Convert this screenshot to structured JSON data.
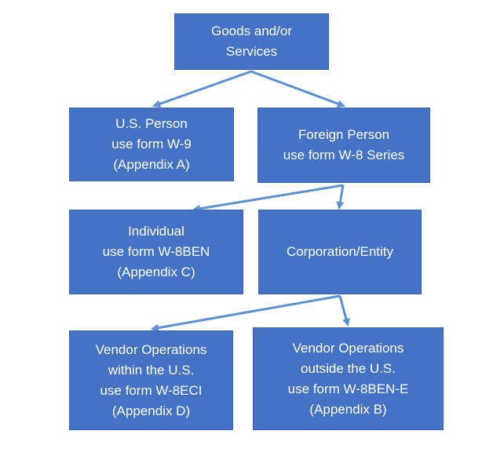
{
  "diagram": {
    "root": {
      "lines": [
        "Goods and/or",
        "Services"
      ]
    },
    "us_person": {
      "lines": [
        "U.S. Person",
        "use form W-9",
        "(Appendix A)"
      ]
    },
    "foreign_person": {
      "lines": [
        "Foreign Person",
        "use form W-8 Series"
      ]
    },
    "individual": {
      "lines": [
        "Individual",
        "use form W-8BEN",
        "(Appendix C)"
      ]
    },
    "corporation": {
      "lines": [
        "Corporation/Entity"
      ]
    },
    "vendor_within": {
      "lines": [
        "Vendor Operations",
        "within the U.S.",
        "use form W-8ECI",
        "(Appendix D)"
      ]
    },
    "vendor_outside": {
      "lines": [
        "Vendor Operations",
        "outside the U.S.",
        "use form W-8BEN-E",
        "(Appendix B)"
      ]
    },
    "colors": {
      "box_fill": "#4472c4",
      "box_text": "#ffffff",
      "arrow": "#5b8fd6"
    }
  }
}
